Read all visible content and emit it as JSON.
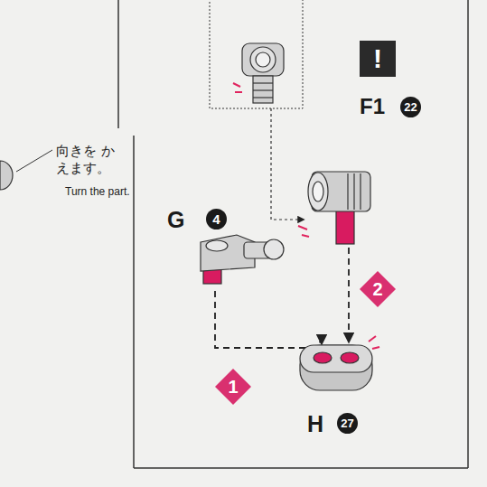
{
  "diagram": {
    "nodes": [
      {
        "text": [
          "!"
        ]
      },
      {
        "text": [
          "22"
        ]
      },
      {
        "text": [
          "4"
        ]
      },
      {
        "text": [
          "2"
        ]
      },
      {
        "text": [
          "1"
        ]
      },
      {
        "text": [
          "27"
        ]
      }
    ],
    "labels": [
      "F1",
      "向きを かえます。",
      "Turn the part.",
      "G",
      "H"
    ]
  }
}
